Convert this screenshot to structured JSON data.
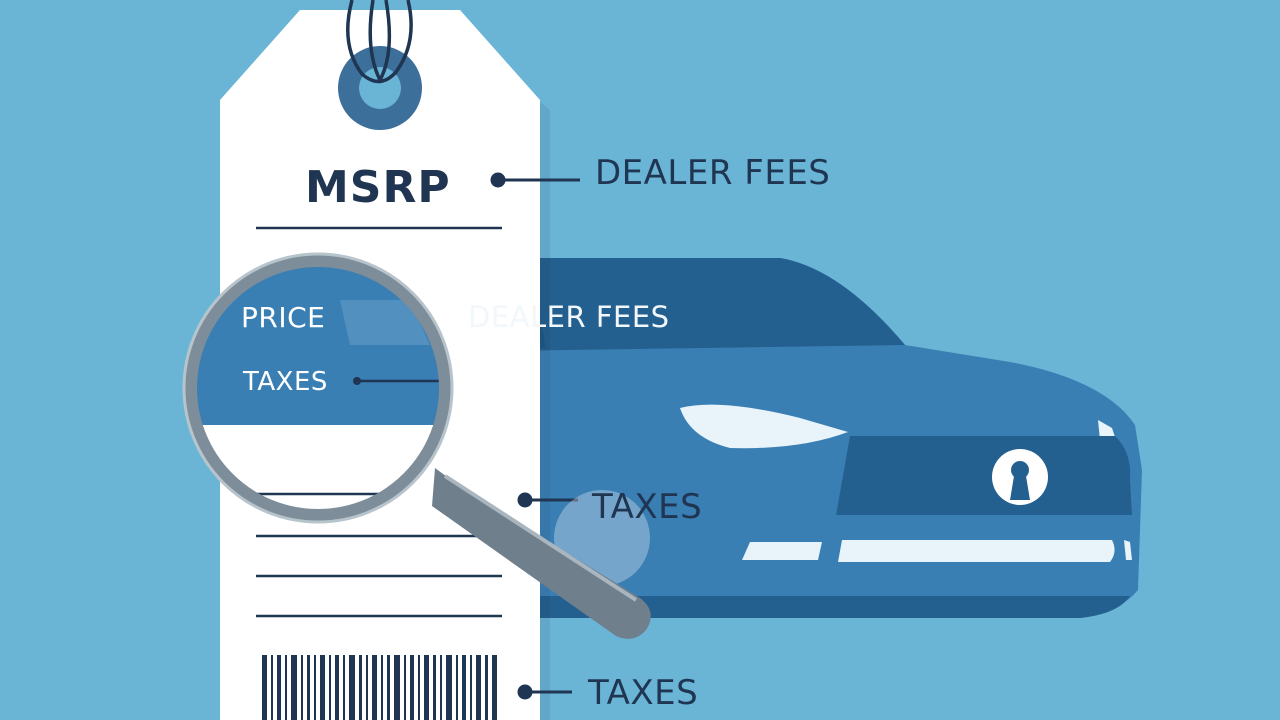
{
  "tag": {
    "title": "MSRP"
  },
  "labels": {
    "dealer_fees_top": "DEALER FEES",
    "dealer_fees_car": "DEALER FEES",
    "taxes_middle": "TAXES",
    "taxes_bottom": "TAXES"
  },
  "magnifier": {
    "price": "PRICE",
    "taxes": "TAXES"
  },
  "colors": {
    "background": "#6ab5d6",
    "car_body": "#3a7fb4",
    "car_dark": "#24608f",
    "tag": "#ffffff",
    "text": "#1f3552"
  }
}
